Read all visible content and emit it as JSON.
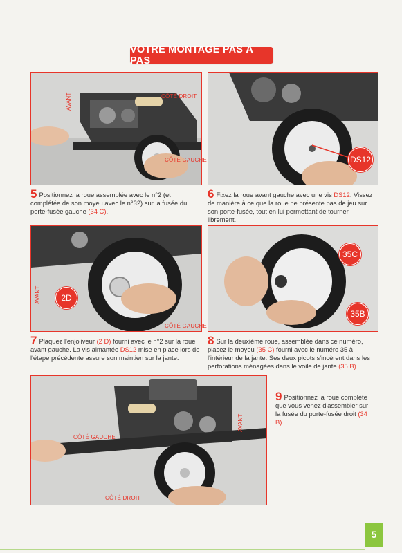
{
  "banner": {
    "title": "VOTRE MONTAGE PAS À PAS"
  },
  "steps": [
    {
      "num": "5",
      "text_before": "Positionnez la roue assemblée avec le n°2 (et complétée de son moyeu avec le n°32) sur la fusée du porte-fusée gauche ",
      "ref": "(34 C)",
      "text_after": ".",
      "labels": {
        "front": "AVANT",
        "right": "CÔTÉ DROIT",
        "left": "CÔTÉ GAUCHE"
      }
    },
    {
      "num": "6",
      "text_before": "Fixez la roue avant gauche avec une vis ",
      "ref": "DS12",
      "text_after": ". Vissez de manière à ce que la roue ne présente pas de jeu sur son porte-fusée, tout en lui permettant de tourner librement.",
      "badge": "DS12"
    },
    {
      "num": "7",
      "text_before": "Plaquez l'enjoliveur ",
      "ref": "(2 D)",
      "text_mid": " fourni avec le n°2 sur la roue avant gauche. La vis aimantée ",
      "ref2": "DS12",
      "text_after": " mise en place lors de l'étape précédente assure son maintien sur la jante.",
      "badge": "2D",
      "labels": {
        "front": "AVANT",
        "left": "CÔTÉ GAUCHE"
      }
    },
    {
      "num": "8",
      "text_before": "Sur la deuxième roue, assemblée dans ce numéro, placez le moyeu ",
      "ref": "(35 C)",
      "text_mid": " fourni avec le numéro 35 à l'intérieur de la jante. Ses deux picots s'incèrent dans les perforations ménagées dans le voile de jante ",
      "ref2": "(35 B)",
      "text_after": ".",
      "badges": [
        "35C",
        "35B"
      ]
    },
    {
      "num": "9",
      "text_before": "Positionnez la roue complète que vous venez d'assembler sur la fusée du porte-fusée droit ",
      "ref": "(34 B)",
      "text_after": ".",
      "labels": {
        "front": "AVANT",
        "left": "CÔTÉ GAUCHE",
        "right": "CÔTÉ DROIT"
      }
    }
  ],
  "page": {
    "number": "5"
  },
  "colors": {
    "accent": "#e7352a",
    "page_tab": "#8cc63f"
  }
}
